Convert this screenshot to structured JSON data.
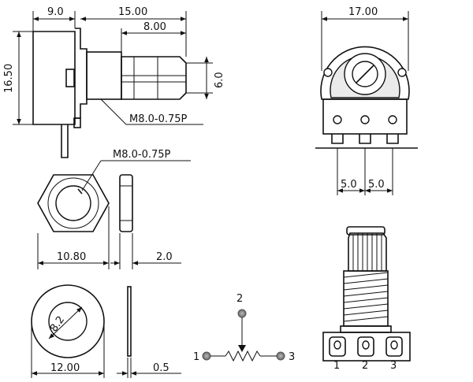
{
  "side_view": {
    "dim_body_depth": "9.0",
    "dim_shaft_total": "15.00",
    "dim_shaft_knurl": "8.00",
    "dim_height": "16.50",
    "dim_shaft_dia": "6.0",
    "thread_label": "M8.0-0.75P"
  },
  "front_view": {
    "dim_width": "17.00",
    "dim_pin_spacing_left": "5.0",
    "dim_pin_spacing_right": "5.0"
  },
  "nut": {
    "thread_label": "M8.0-0.75P",
    "dim_across_flats": "10.80",
    "dim_thickness": "2.0"
  },
  "washer": {
    "dim_inner": "8.2",
    "dim_outer": "12.00",
    "dim_thickness": "0.5"
  },
  "schematic": {
    "pin_1": "1",
    "pin_2": "2",
    "pin_3": "3"
  },
  "pinout_view": {
    "pin_1": "1",
    "pin_2": "2",
    "pin_3": "3"
  }
}
